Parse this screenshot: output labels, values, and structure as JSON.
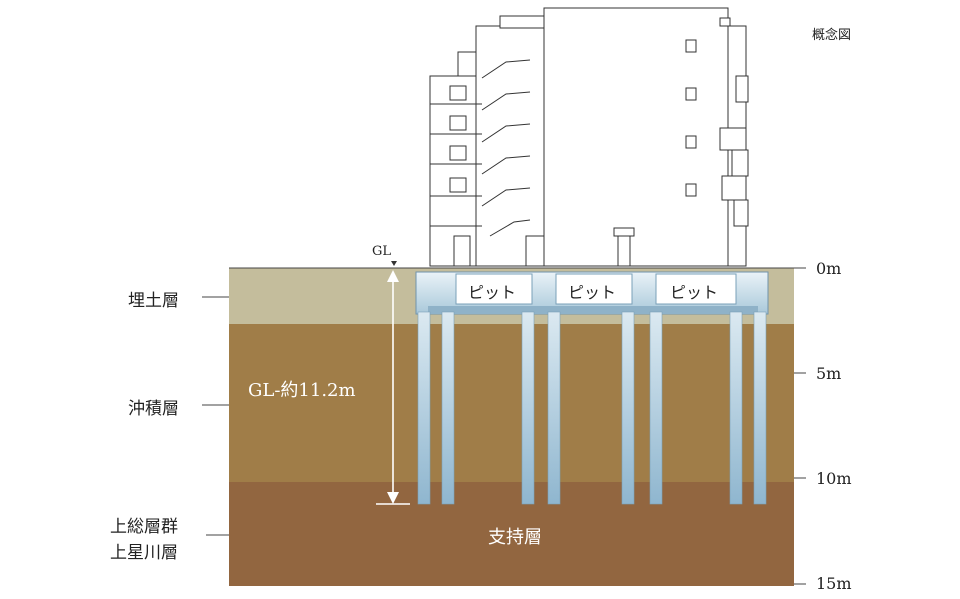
{
  "caption": "概念図",
  "gl_marker": "GL",
  "layers": [
    {
      "key": "fill",
      "name": "埋土層",
      "color": "#c4bd9c"
    },
    {
      "key": "alluvial",
      "name": "沖積層",
      "color": "#a07d48"
    },
    {
      "key": "bearing",
      "name": "上総層群\n上星川層",
      "name_line1": "上総層群",
      "name_line2": "上星川層",
      "color": "#926640"
    }
  ],
  "bearing_label": "支持層",
  "pile_depth_label": "GL-約11.2m",
  "pit_label": "ピット",
  "depth_ticks": [
    "0m",
    "5m",
    "10m",
    "15m"
  ]
}
